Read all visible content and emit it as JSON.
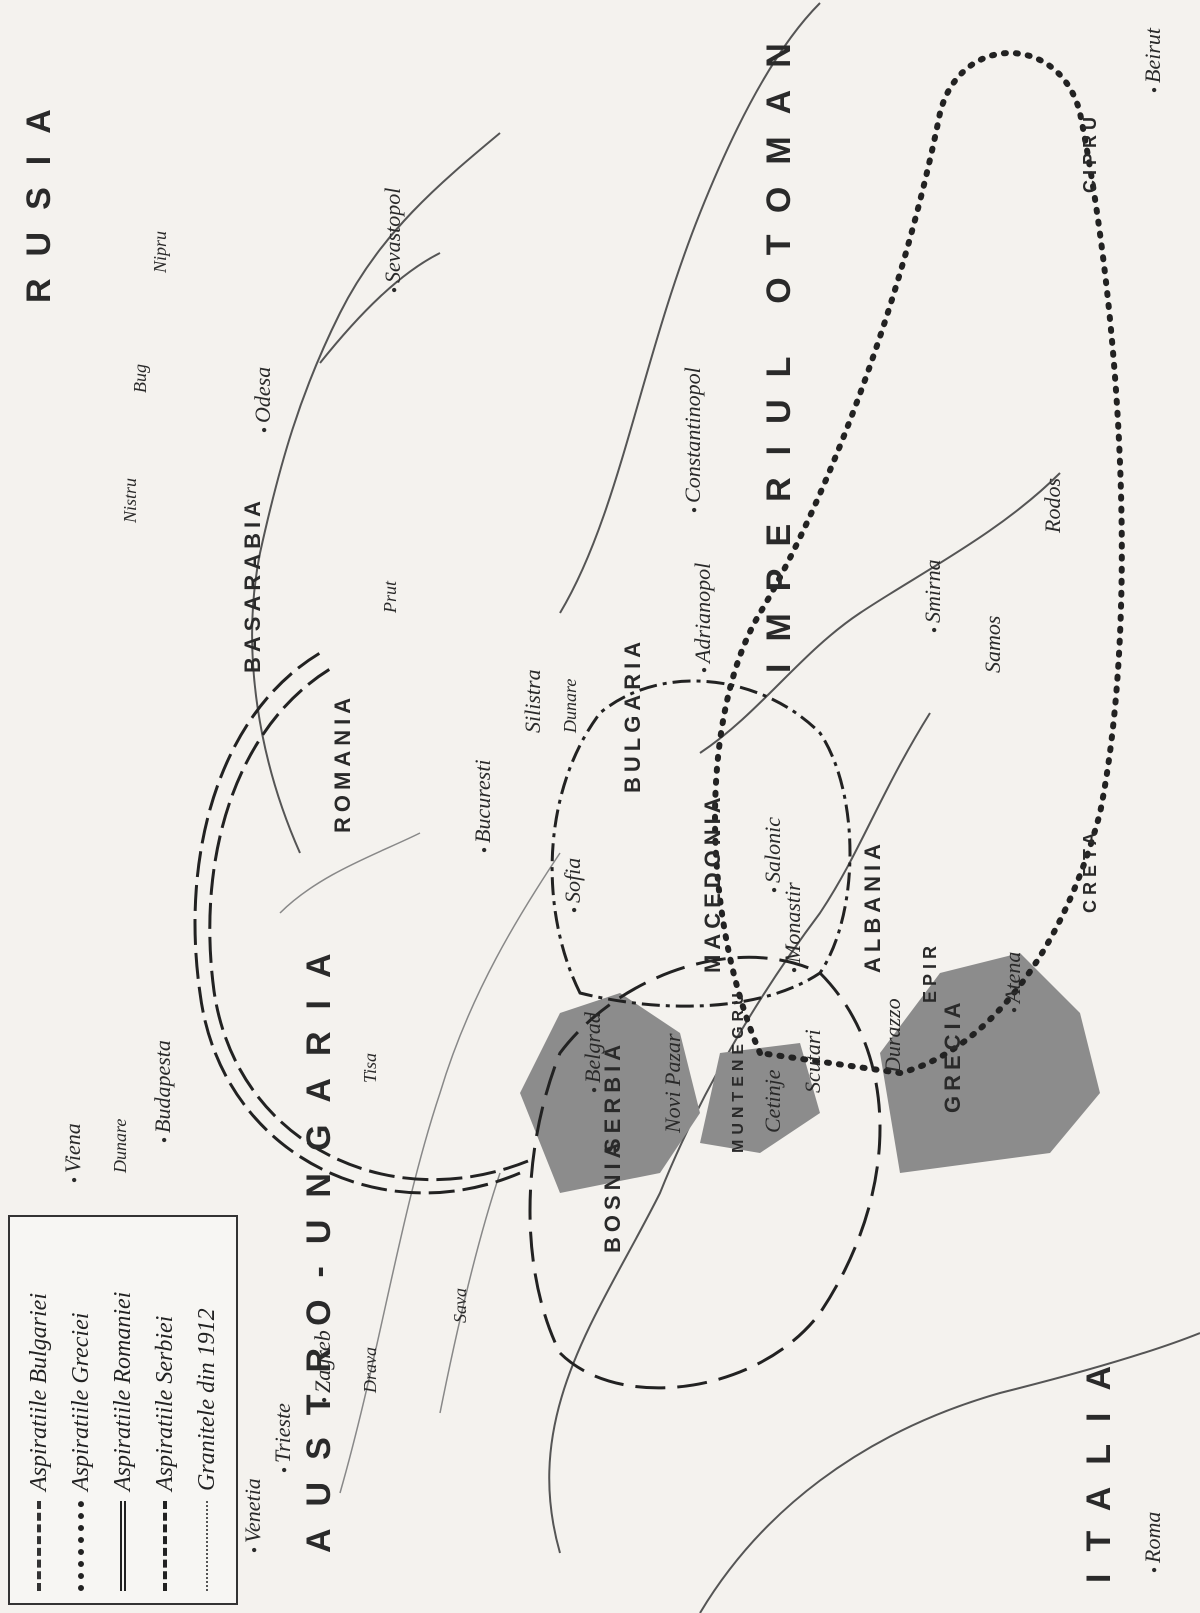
{
  "countries": {
    "russia": "RUSIA",
    "austria_hungary": "AUSTRO-UNGARIA",
    "ottoman": "IMPERIUL OTOMAN",
    "italy": "ITALIA",
    "bulgaria": "BULGARIA",
    "romania": "ROMANIA",
    "serbia": "SERBIA",
    "greece": "GRECIA",
    "montenegro": "MUNTENEGRU",
    "bosnia": "BOSNIA",
    "albania": "ALBANIA",
    "basarabia": "BASARABIA",
    "macedonia": "MACEDONIA",
    "epir": "EPIR",
    "creta": "CRETA",
    "cipru": "CIPRU"
  },
  "cities": {
    "viena": "Viena",
    "budapesta": "Budapesta",
    "zagreb": "Zagreb",
    "trieste": "Trieste",
    "venetia": "Venetia",
    "roma": "Roma",
    "belgrad": "Belgrad",
    "novi_pazar": "Novi Pazar",
    "cetinje": "Cetinje",
    "scutari": "Scutari",
    "durazzo": "Durazzo",
    "monastir": "Monastir",
    "salonic": "Salonic",
    "sofia": "Sofia",
    "bucuresti": "Bucuresti",
    "silistra": "Silistra",
    "adrianopol": "Adrianopol",
    "constantinopol": "Constantinopol",
    "smirna": "Smirna",
    "samos": "Samos",
    "rodos": "Rodos",
    "beirut": "Beirut",
    "atena": "Atena",
    "odesa": "Odesa",
    "sevastopol": "Sevastopol"
  },
  "rivers": {
    "dunare": "Dunare",
    "drava": "Drava",
    "sava": "Sava",
    "tisa": "Tisa",
    "prut": "Prut",
    "nistru": "Nistru",
    "bug": "Bug",
    "nipru": "Nipru",
    "dunare2": "Dunare"
  },
  "legend": {
    "items": [
      {
        "label": "Aspiratiile Bulgariei",
        "style": "dashdot"
      },
      {
        "label": "Aspiratiile Greciei",
        "style": "dots"
      },
      {
        "label": "Aspiratiile Romaniei",
        "style": "double-dash"
      },
      {
        "label": "Aspiratiile Serbiei",
        "style": "dash"
      },
      {
        "label": "Granitele din 1912",
        "style": "fine-dots"
      }
    ]
  },
  "colors": {
    "shaded_territory": "#8c8c8c",
    "line": "#222222",
    "paper": "#f4f2ee"
  }
}
